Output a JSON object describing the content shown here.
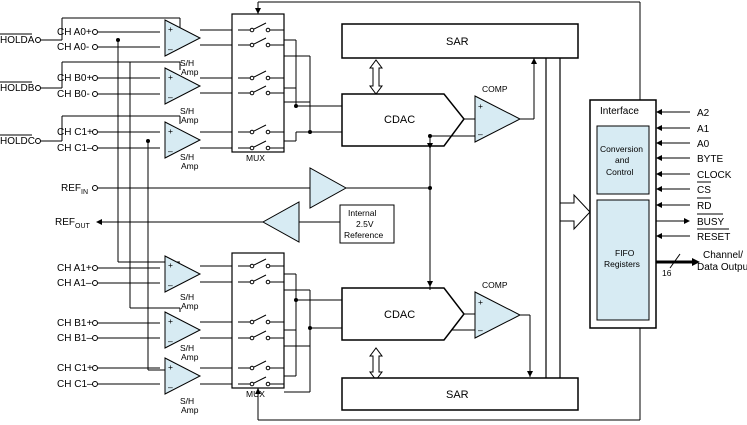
{
  "pins_left": {
    "holda": "HOLDA",
    "holdb": "HOLDB",
    "holdc": "HOLDC",
    "ch_a0p": "CH A0+",
    "ch_a0m": "CH A0-",
    "ch_b0p": "CH B0+",
    "ch_b0m": "CH B0-",
    "ch_c1p_top": "CH C1+",
    "ch_c1m_top": "CH C1–",
    "ref_in": "REF",
    "ref_in_sub": "IN",
    "ref_out": "REF",
    "ref_out_sub": "OUT",
    "ch_a1p": "CH A1+",
    "ch_a1m": "CH A1–",
    "ch_b1p": "CH B1+",
    "ch_b1m": "CH B1–",
    "ch_c1p_bot": "CH C1+",
    "ch_c1m_bot": "CH C1–"
  },
  "blocks": {
    "sah_line1": "S/H",
    "sah_line2": "Amp",
    "mux": "MUX",
    "sar": "SAR",
    "cdac": "CDAC",
    "comp": "COMP",
    "plus": "+",
    "minus": "–",
    "ref_line1": "Internal",
    "ref_line2": "2.5V",
    "ref_line3": "Reference",
    "interface": "Interface",
    "conv_line1": "Conversion",
    "conv_line2": "and",
    "conv_line3": "Control",
    "fifo_line1": "FIFO",
    "fifo_line2": "Registers"
  },
  "pins_right": {
    "a2": "A2",
    "a1": "A1",
    "a0": "A0",
    "byte": "BYTE",
    "clock": "CLOCK",
    "cs": "CS",
    "rd": "RD",
    "busy": "BUSY",
    "reset": "RESET",
    "bus_width": "16",
    "out_line1": "Channel/",
    "out_line2": "Data Output"
  },
  "colors": {
    "block_fill": "#d7ebf3",
    "line": "#000000"
  }
}
